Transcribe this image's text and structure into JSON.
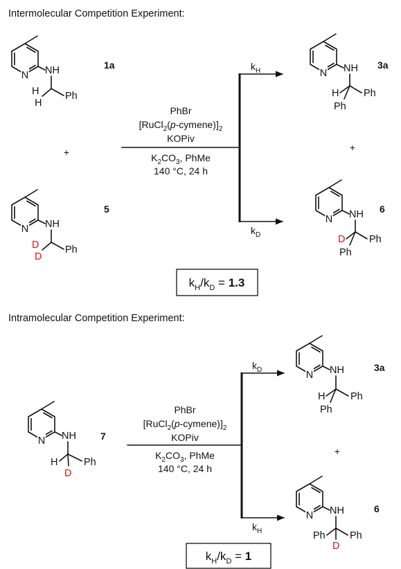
{
  "colors": {
    "deuterium": "#e01010",
    "ink": "#111111",
    "background": "#ffffff"
  },
  "atoms": {
    "N": "N",
    "NH": "NH",
    "H": "H",
    "D": "D",
    "Ph": "Ph"
  },
  "inter": {
    "heading": "Intermolecular Competition Experiment:",
    "labels": {
      "sm1": "1a",
      "sm2": "5",
      "p1": "3a",
      "p2": "6"
    },
    "plus": "+",
    "conditions": {
      "line1": "PhBr",
      "line2": {
        "a": "[RuCl",
        "b": "2",
        "c": "(",
        "d": "p",
        "e": "-cymene)]",
        "f": "2"
      },
      "line3": "KOPiv",
      "line4": {
        "a": "K",
        "b": "2",
        "c": "CO",
        "d": "3",
        "e": ", PhMe"
      },
      "line5": "140 °C, 24 h"
    },
    "k_top": {
      "k": "k",
      "sub": "H"
    },
    "k_bottom": {
      "k": "k",
      "sub": "D"
    },
    "kie": {
      "k1": "k",
      "s1": "H",
      "slash": "/k",
      "s2": "D",
      "eq": " = ",
      "value": "1.3"
    }
  },
  "intra": {
    "heading": "Intramolecular Competition Experiment:",
    "labels": {
      "sm": "7",
      "p1": "3a",
      "p2": "6"
    },
    "plus": "+",
    "conditions": {
      "line1": "PhBr",
      "line2": {
        "a": "[RuCl",
        "b": "2",
        "c": "(",
        "d": "p",
        "e": "-cymene)]",
        "f": "2"
      },
      "line3": "KOPiv",
      "line4": {
        "a": "K",
        "b": "2",
        "c": "CO",
        "d": "3",
        "e": ", PhMe"
      },
      "line5": "140 °C, 24 h"
    },
    "k_top": {
      "k": "k",
      "sub": "D"
    },
    "k_bottom": {
      "k": "k",
      "sub": "H"
    },
    "kie": {
      "k1": "k",
      "s1": "H",
      "slash": "/k",
      "s2": "D",
      "eq": " = ",
      "value": "1"
    }
  }
}
